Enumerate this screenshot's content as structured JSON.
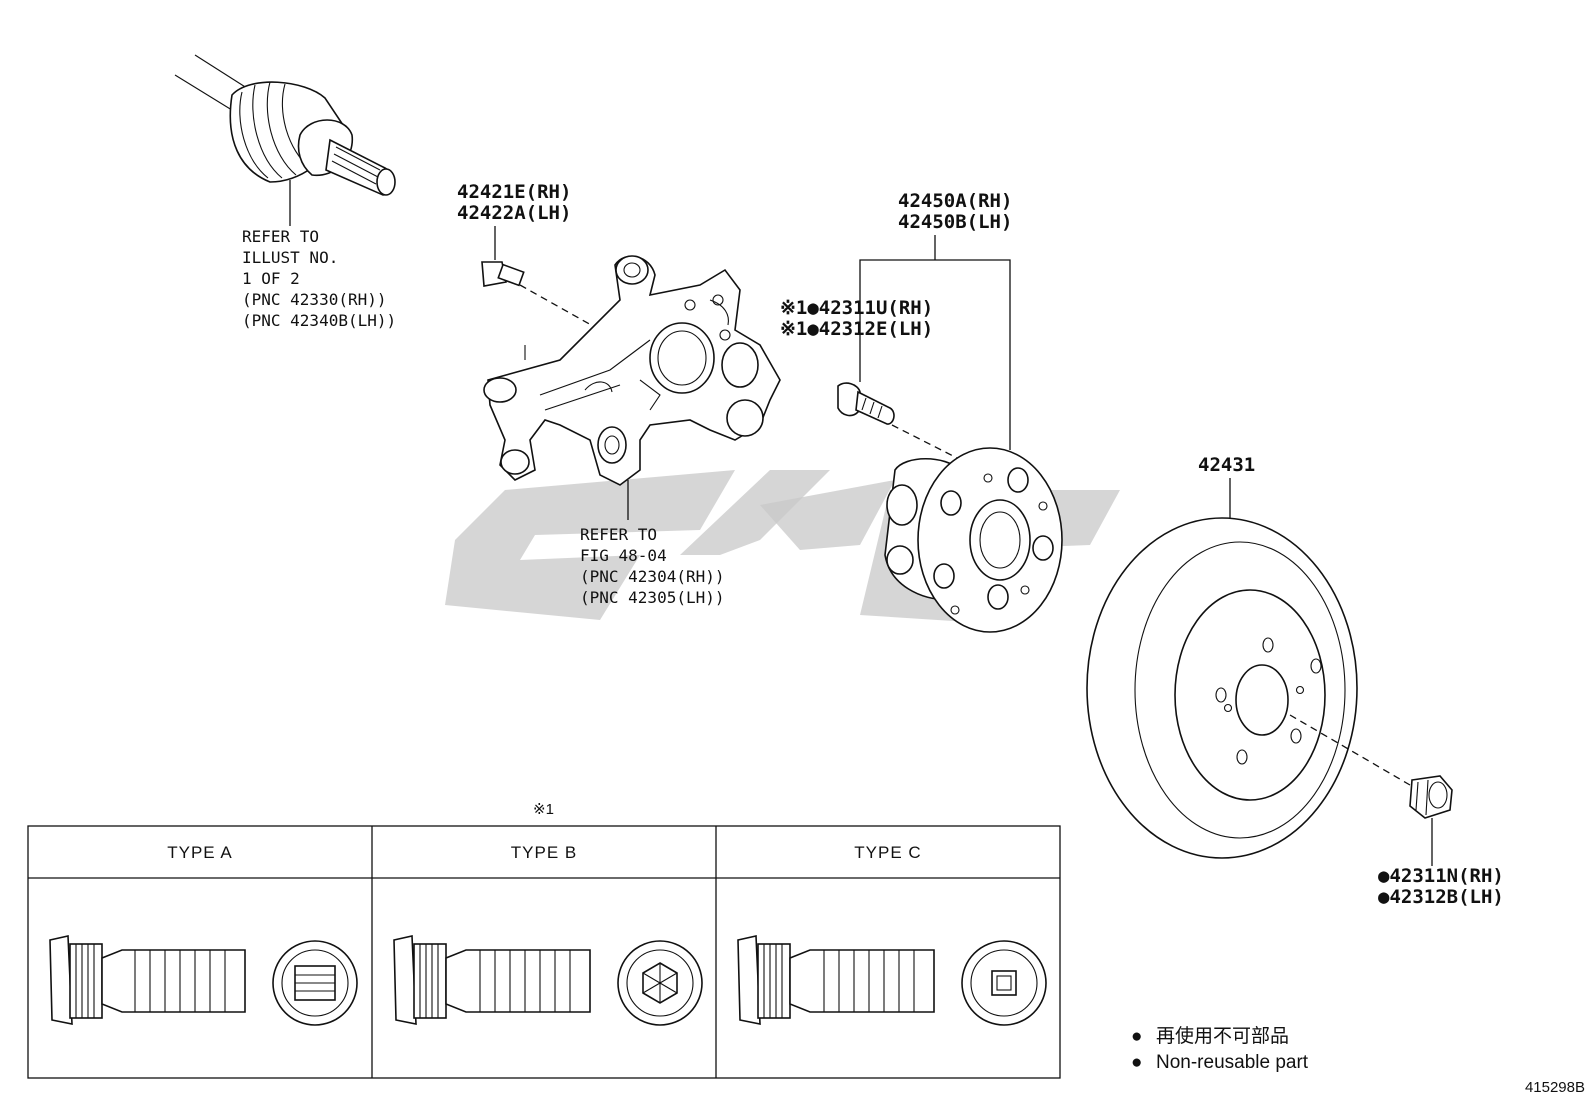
{
  "labels": {
    "drive_shaft_note": [
      "REFER TO",
      "ILLUST NO.",
      "1 OF 2",
      "(PNC 42330(RH))",
      "(PNC 42340B(LH))"
    ],
    "knuckle_bolt": [
      "42421E(RH)",
      "42422A(LH)"
    ],
    "hub_assembly": [
      "42450A(RH)",
      "42450B(LH)"
    ],
    "hub_bolt": [
      "※1●42311U(RH)",
      "※1●42312E(LH)"
    ],
    "knuckle_note": [
      "REFER TO",
      "FIG 48-04",
      "(PNC 42304(RH))",
      "(PNC 42305(LH))"
    ],
    "disc": "42431",
    "nut": [
      "●42311N(RH)",
      "●42312B(LH)"
    ]
  },
  "type_table": {
    "marker": "※1",
    "headers": [
      "TYPE A",
      "TYPE B",
      "TYPE C"
    ]
  },
  "legend": {
    "items": [
      {
        "bullet": "●",
        "text": "再使用不可部品"
      },
      {
        "bullet": "●",
        "text": "Non-reusable part"
      }
    ]
  },
  "illustration_code": "415298B"
}
